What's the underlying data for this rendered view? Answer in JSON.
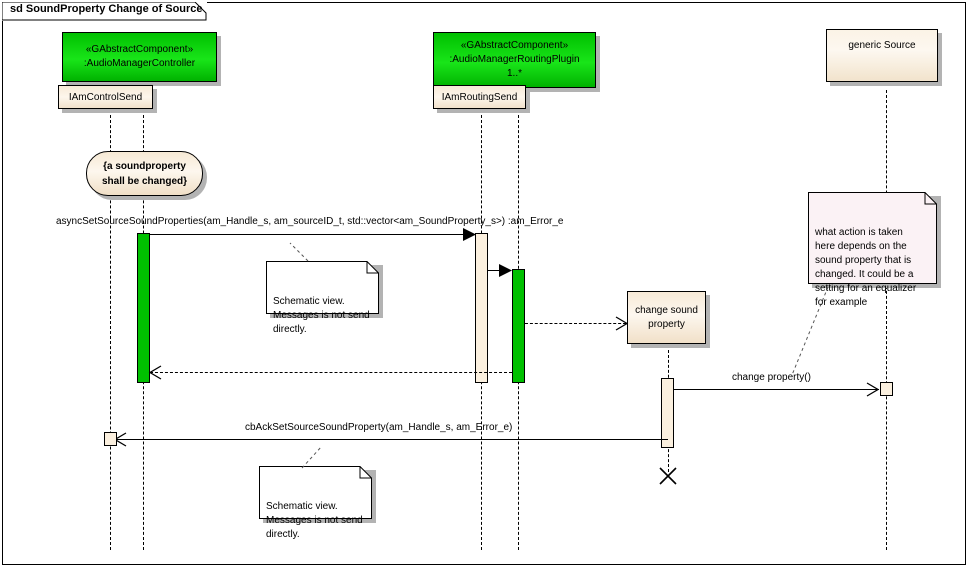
{
  "frame": {
    "keyword": "sd",
    "title": "SoundProperty Change of Source",
    "label": "sd  SoundProperty Change of Source"
  },
  "lifelines": [
    {
      "id": "audio-manager-controller",
      "stereotype": "«GAbstractComponent»",
      "name": ":AudioManagerController",
      "multiplicity": "",
      "port": "IAmControlSend"
    },
    {
      "id": "audio-manager-routing-plugin",
      "stereotype": "«GAbstractComponent»",
      "name": ":AudioManagerRoutingPlugin",
      "multiplicity": "1..*",
      "port": "IAmRoutingSend"
    },
    {
      "id": "generic-source",
      "stereotype": "",
      "name": "generic Source",
      "multiplicity": "",
      "port": ""
    }
  ],
  "constraint": {
    "text": "{a soundproperty\nshall be changed}"
  },
  "messages": [
    {
      "id": "async-set-source-sound-properties",
      "label": "asyncSetSourceSoundProperties(am_Handle_s, am_sourceID_t, std::vector<am_SoundProperty_s>) :am_Error_e",
      "kind": "synchronous"
    },
    {
      "id": "internal-forward",
      "label": "",
      "kind": "synchronous"
    },
    {
      "id": "to-change-sound-property",
      "label": "",
      "kind": "dashed"
    },
    {
      "id": "return-to-controller",
      "label": "",
      "kind": "dashed-return"
    },
    {
      "id": "change-property",
      "label": "change property()",
      "kind": "synchronous"
    },
    {
      "id": "cb-ack-set-source-sound-property",
      "label": "cbAckSetSourceSoundProperty(am_Handle_s, am_Error_e)",
      "kind": "synchronous"
    }
  ],
  "action": {
    "label": "change sound\nproperty"
  },
  "notes": [
    {
      "id": "note-schematic-top",
      "text": "Schematic view.\nMessages is not send\ndirectly.",
      "bg": "#ffffff"
    },
    {
      "id": "note-what-action",
      "text": "what action is taken\nhere depends on the\nsound property that is\nchanged. It could be a\nsetting for an equalizer\nfor example",
      "bg": "#fbf2f5"
    },
    {
      "id": "note-schematic-bottom",
      "text": "Schematic view.\nMessages is not send\ndirectly.",
      "bg": "#ffffff"
    }
  ],
  "colors": {
    "component_green": "#00c000",
    "activation_green": "#00c000",
    "port_beige": "#fbf0df",
    "note_white": "#ffffff",
    "note_pink": "#fbf2f5",
    "line_black": "#000000",
    "shadow_gray": "#b3b3b3",
    "page_background": "#ffffff"
  }
}
